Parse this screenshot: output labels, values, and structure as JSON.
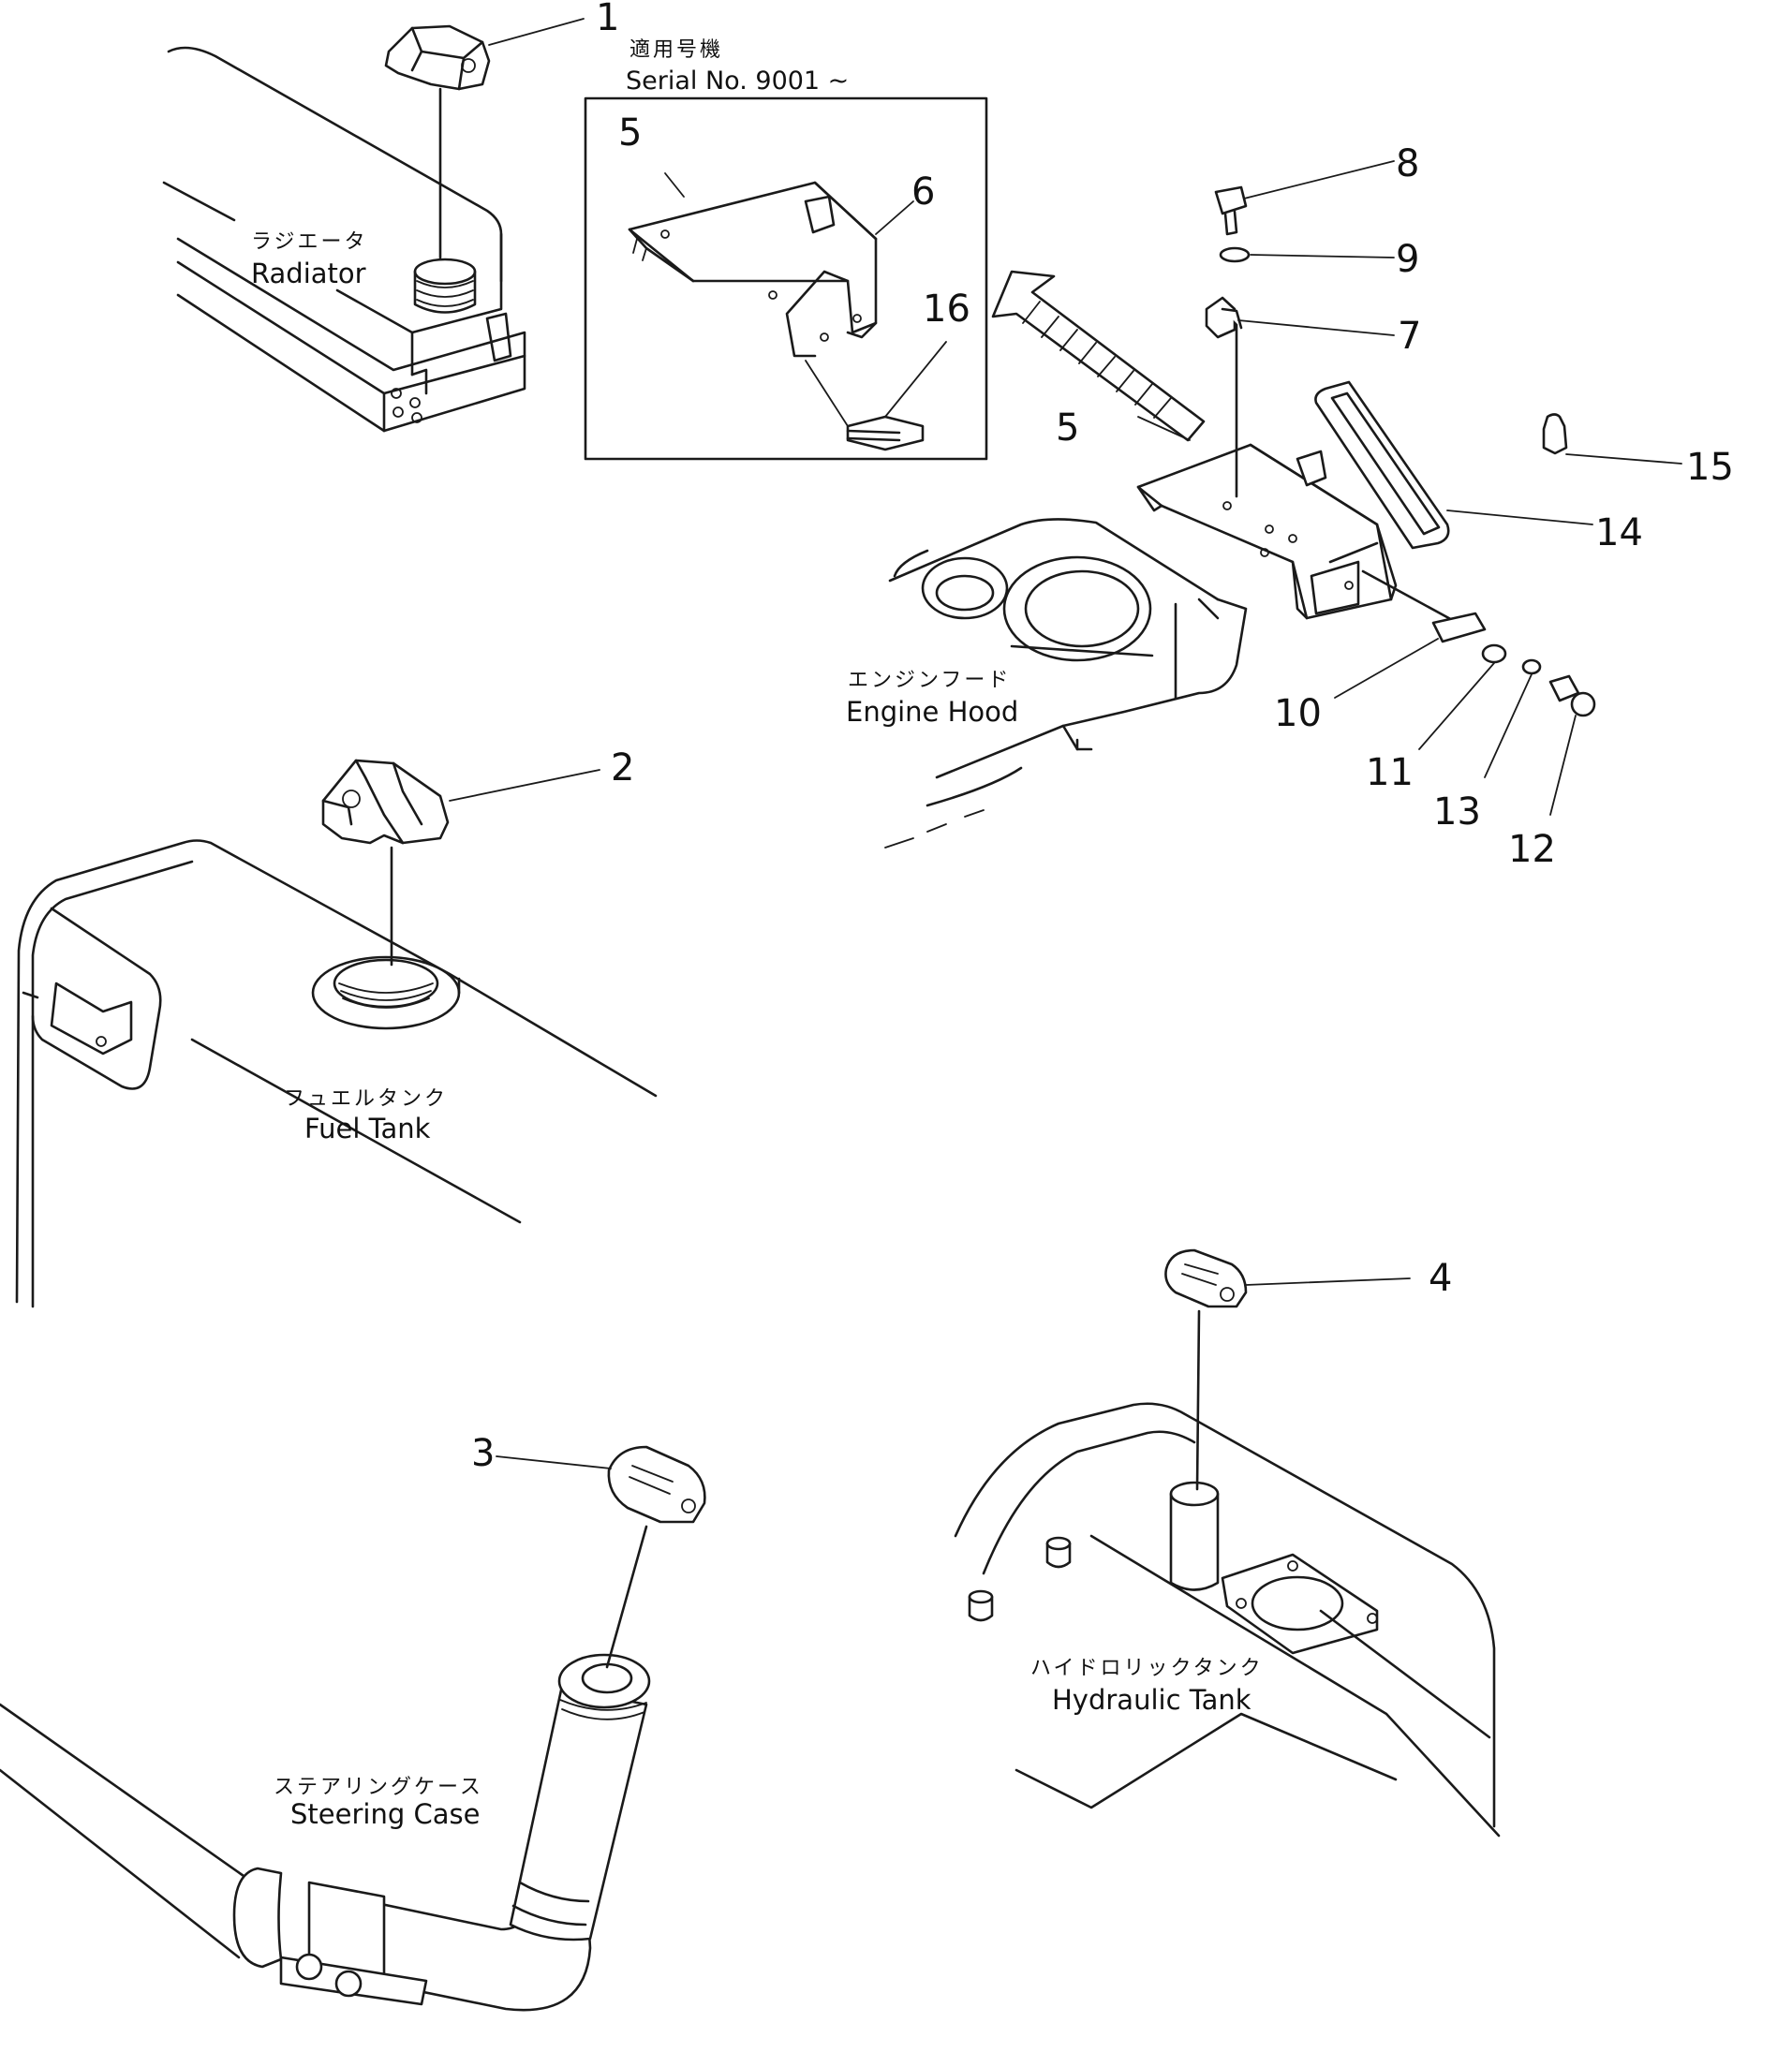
{
  "inset": {
    "applicable_jp": "適用号機",
    "serial": "Serial No. 9001 ~"
  },
  "labels": {
    "radiator_jp": "ラジエータ",
    "radiator_en": "Radiator",
    "fuel_tank_jp": "フュエルタンク",
    "fuel_tank_en": "Fuel Tank",
    "engine_hood_jp": "エンジンフード",
    "engine_hood_en": "Engine Hood",
    "steering_case_jp": "ステアリングケース",
    "steering_case_en": "Steering Case",
    "hydraulic_tank_jp": "ハイドロリックタンク",
    "hydraulic_tank_en": "Hydraulic Tank"
  },
  "callouts": {
    "n1": "1",
    "n2": "2",
    "n3": "3",
    "n4": "4",
    "n5a": "5",
    "n5b": "5",
    "n6": "6",
    "n7": "7",
    "n8": "8",
    "n9": "9",
    "n10": "10",
    "n11": "11",
    "n12": "12",
    "n13": "13",
    "n14": "14",
    "n15": "15",
    "n16": "16"
  }
}
